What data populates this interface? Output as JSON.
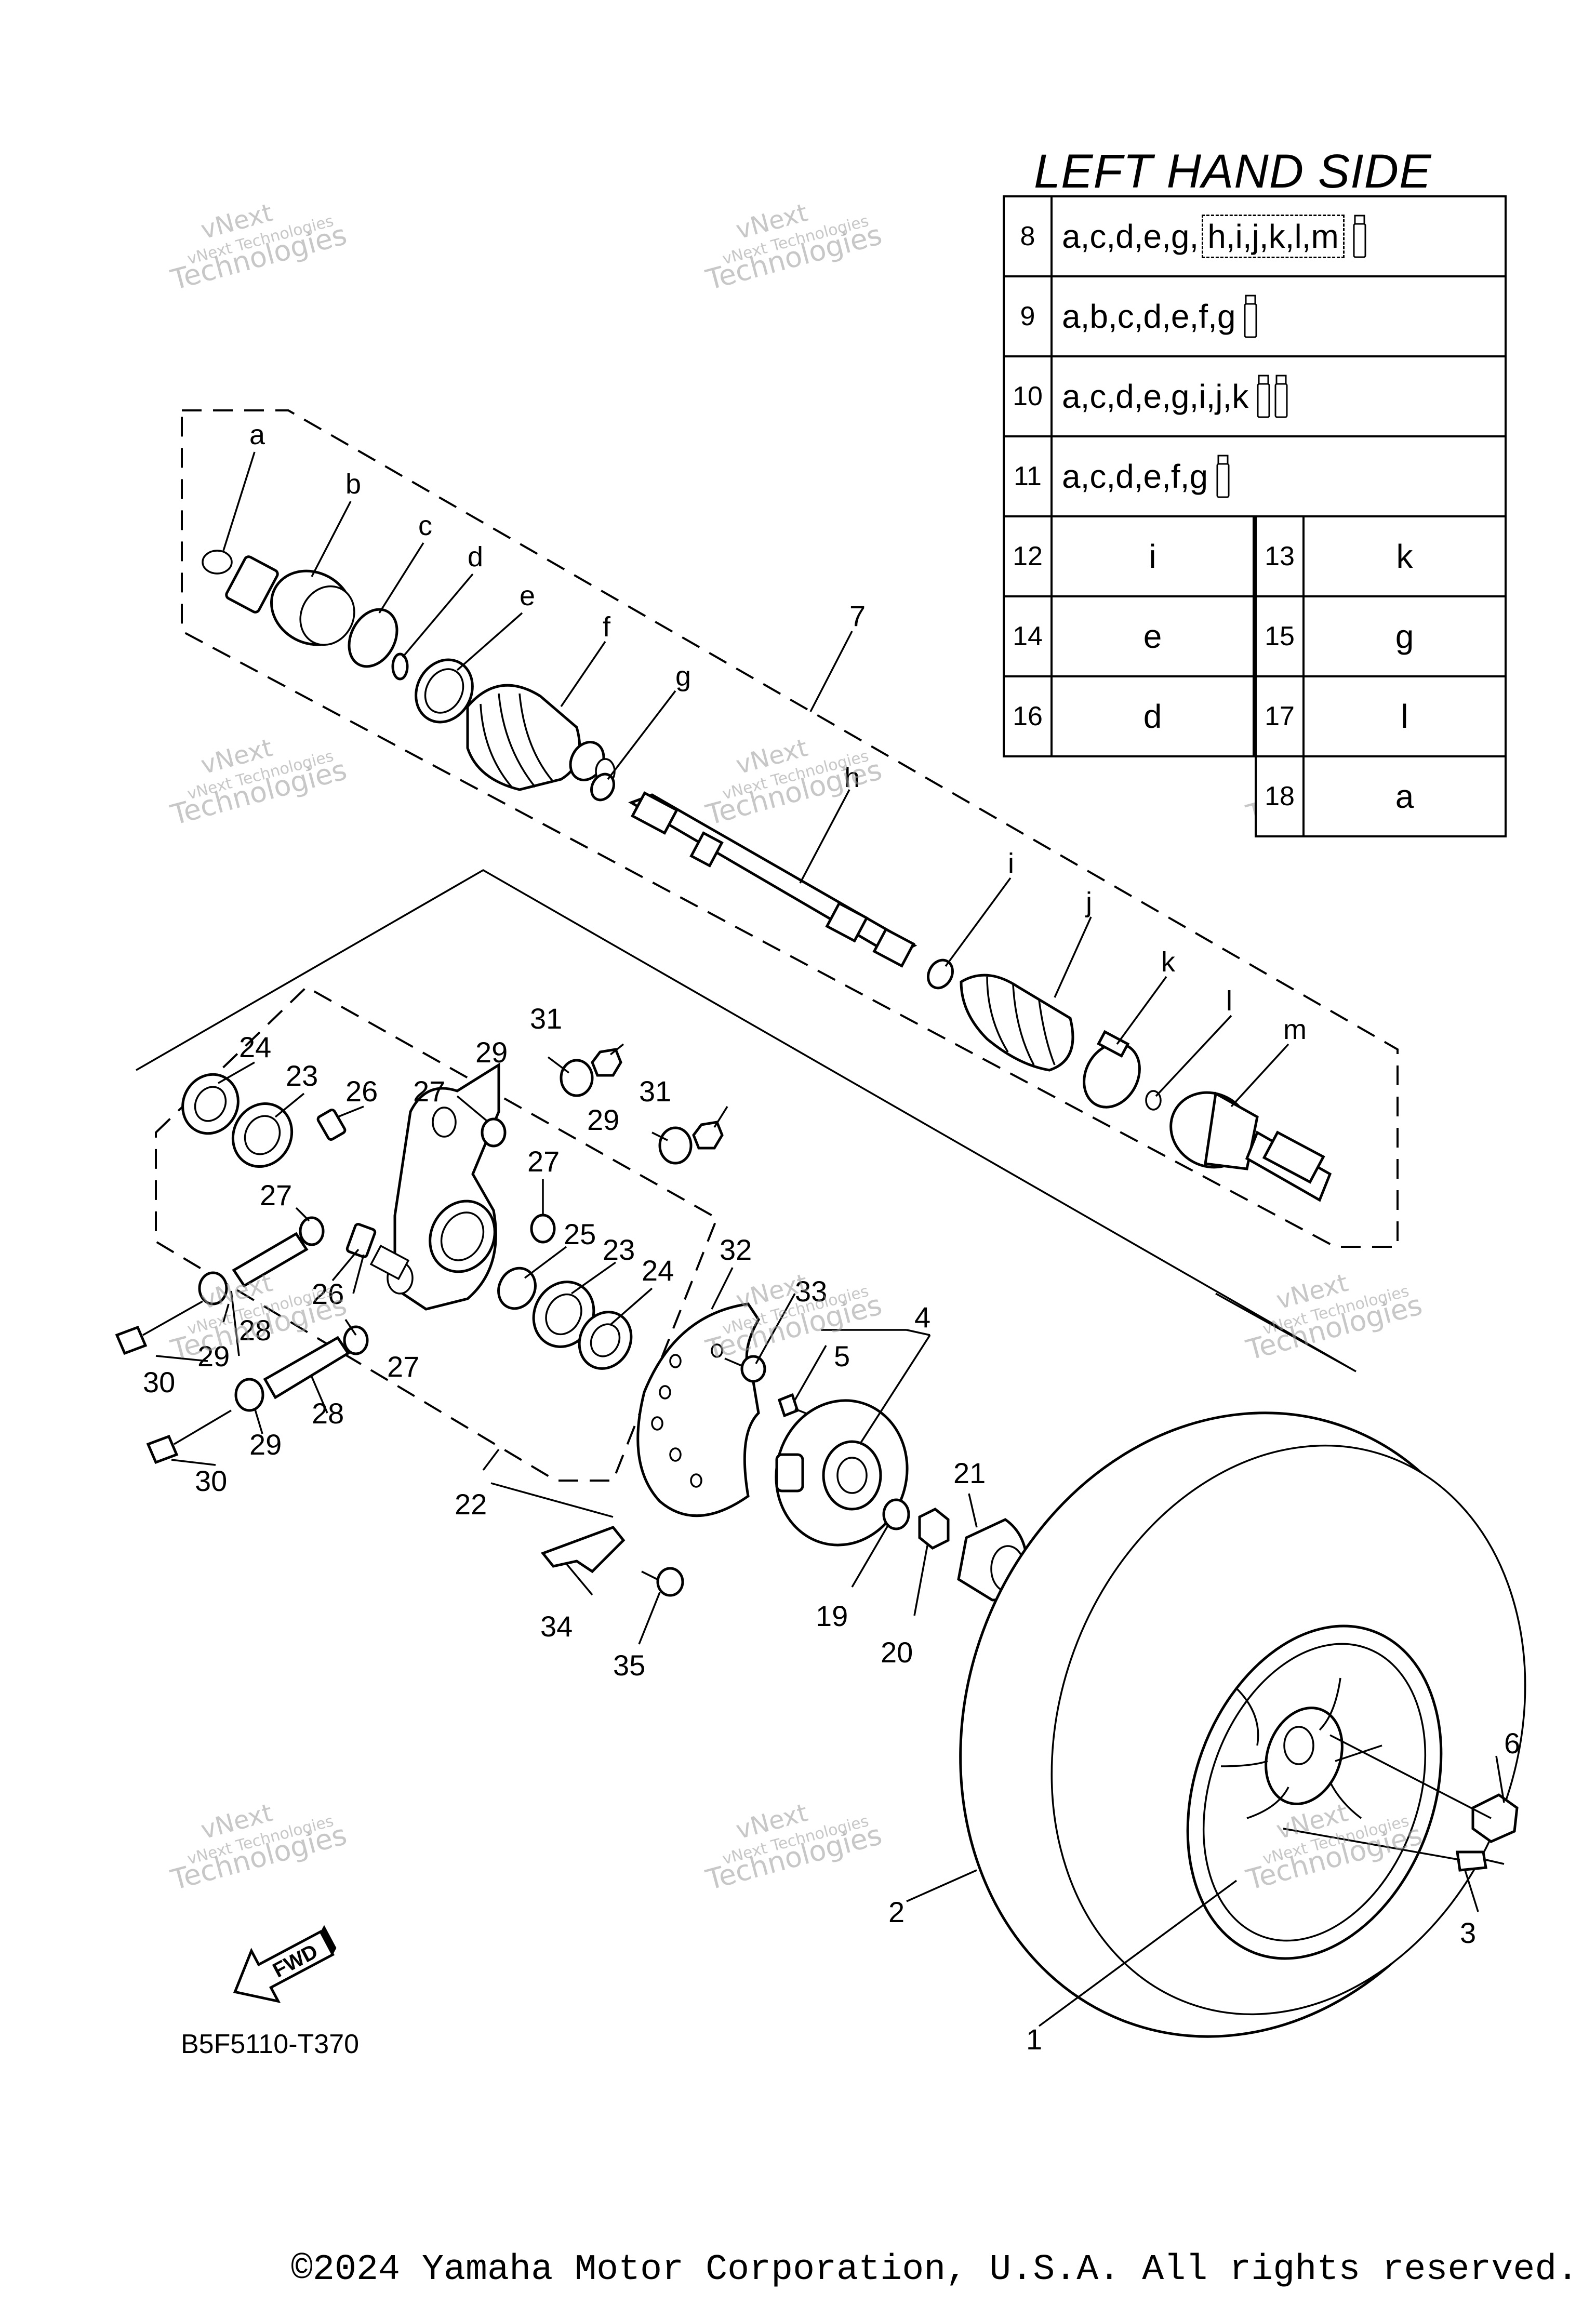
{
  "legend": {
    "title": "LEFT HAND SIDE",
    "rows": [
      {
        "num": "8",
        "value": "a,c,d,e,g,",
        "boxed": "h,i,j,k,l,m",
        "tubes": 1
      },
      {
        "num": "9",
        "value": "a,b,c,d,e,f,g",
        "tubes": 1
      },
      {
        "num": "10",
        "value": "a,c,d,e,g,i,j,k",
        "tubes": 2
      },
      {
        "num": "11",
        "value": "a,c,d,e,f,g",
        "tubes": 1
      }
    ],
    "pairs": [
      [
        {
          "num": "12",
          "value": "i"
        },
        {
          "num": "13",
          "value": "k"
        }
      ],
      [
        {
          "num": "14",
          "value": "e"
        },
        {
          "num": "15",
          "value": "g"
        }
      ],
      [
        {
          "num": "16",
          "value": "d"
        },
        {
          "num": "17",
          "value": "l"
        }
      ]
    ],
    "last": {
      "num": "18",
      "value": "a"
    }
  },
  "callouts": {
    "a": "a",
    "b": "b",
    "c": "c",
    "d": "d",
    "e": "e",
    "f": "f",
    "g": "g",
    "h": "h",
    "i": "i",
    "j": "j",
    "k": "k",
    "l": "l",
    "m": "m",
    "n1": "1",
    "n2": "2",
    "n3": "3",
    "n4": "4",
    "n5": "5",
    "n6": "6",
    "n7": "7",
    "n19": "19",
    "n20": "20",
    "n21": "21",
    "n22": "22",
    "n23a": "23",
    "n23b": "23",
    "n24a": "24",
    "n24b": "24",
    "n25": "25",
    "n26a": "26",
    "n26b": "26",
    "n27a": "27",
    "n27b": "27",
    "n27c": "27",
    "n27d": "27",
    "n28a": "28",
    "n28b": "28",
    "n29a": "29",
    "n29b": "29",
    "n29c": "29",
    "n29d": "29",
    "n30a": "30",
    "n30b": "30",
    "n31a": "31",
    "n31b": "31",
    "n32": "32",
    "n33": "33",
    "n34": "34",
    "n35": "35"
  },
  "fwd_label": "FWD",
  "part_code": "B5F5110-T370",
  "watermark": {
    "line1": "vNext",
    "line2": "vNext Technologies",
    "line3": "Technologies"
  },
  "copyright": "©2024 Yamaha Motor Corporation, U.S.A. All rights reserved."
}
